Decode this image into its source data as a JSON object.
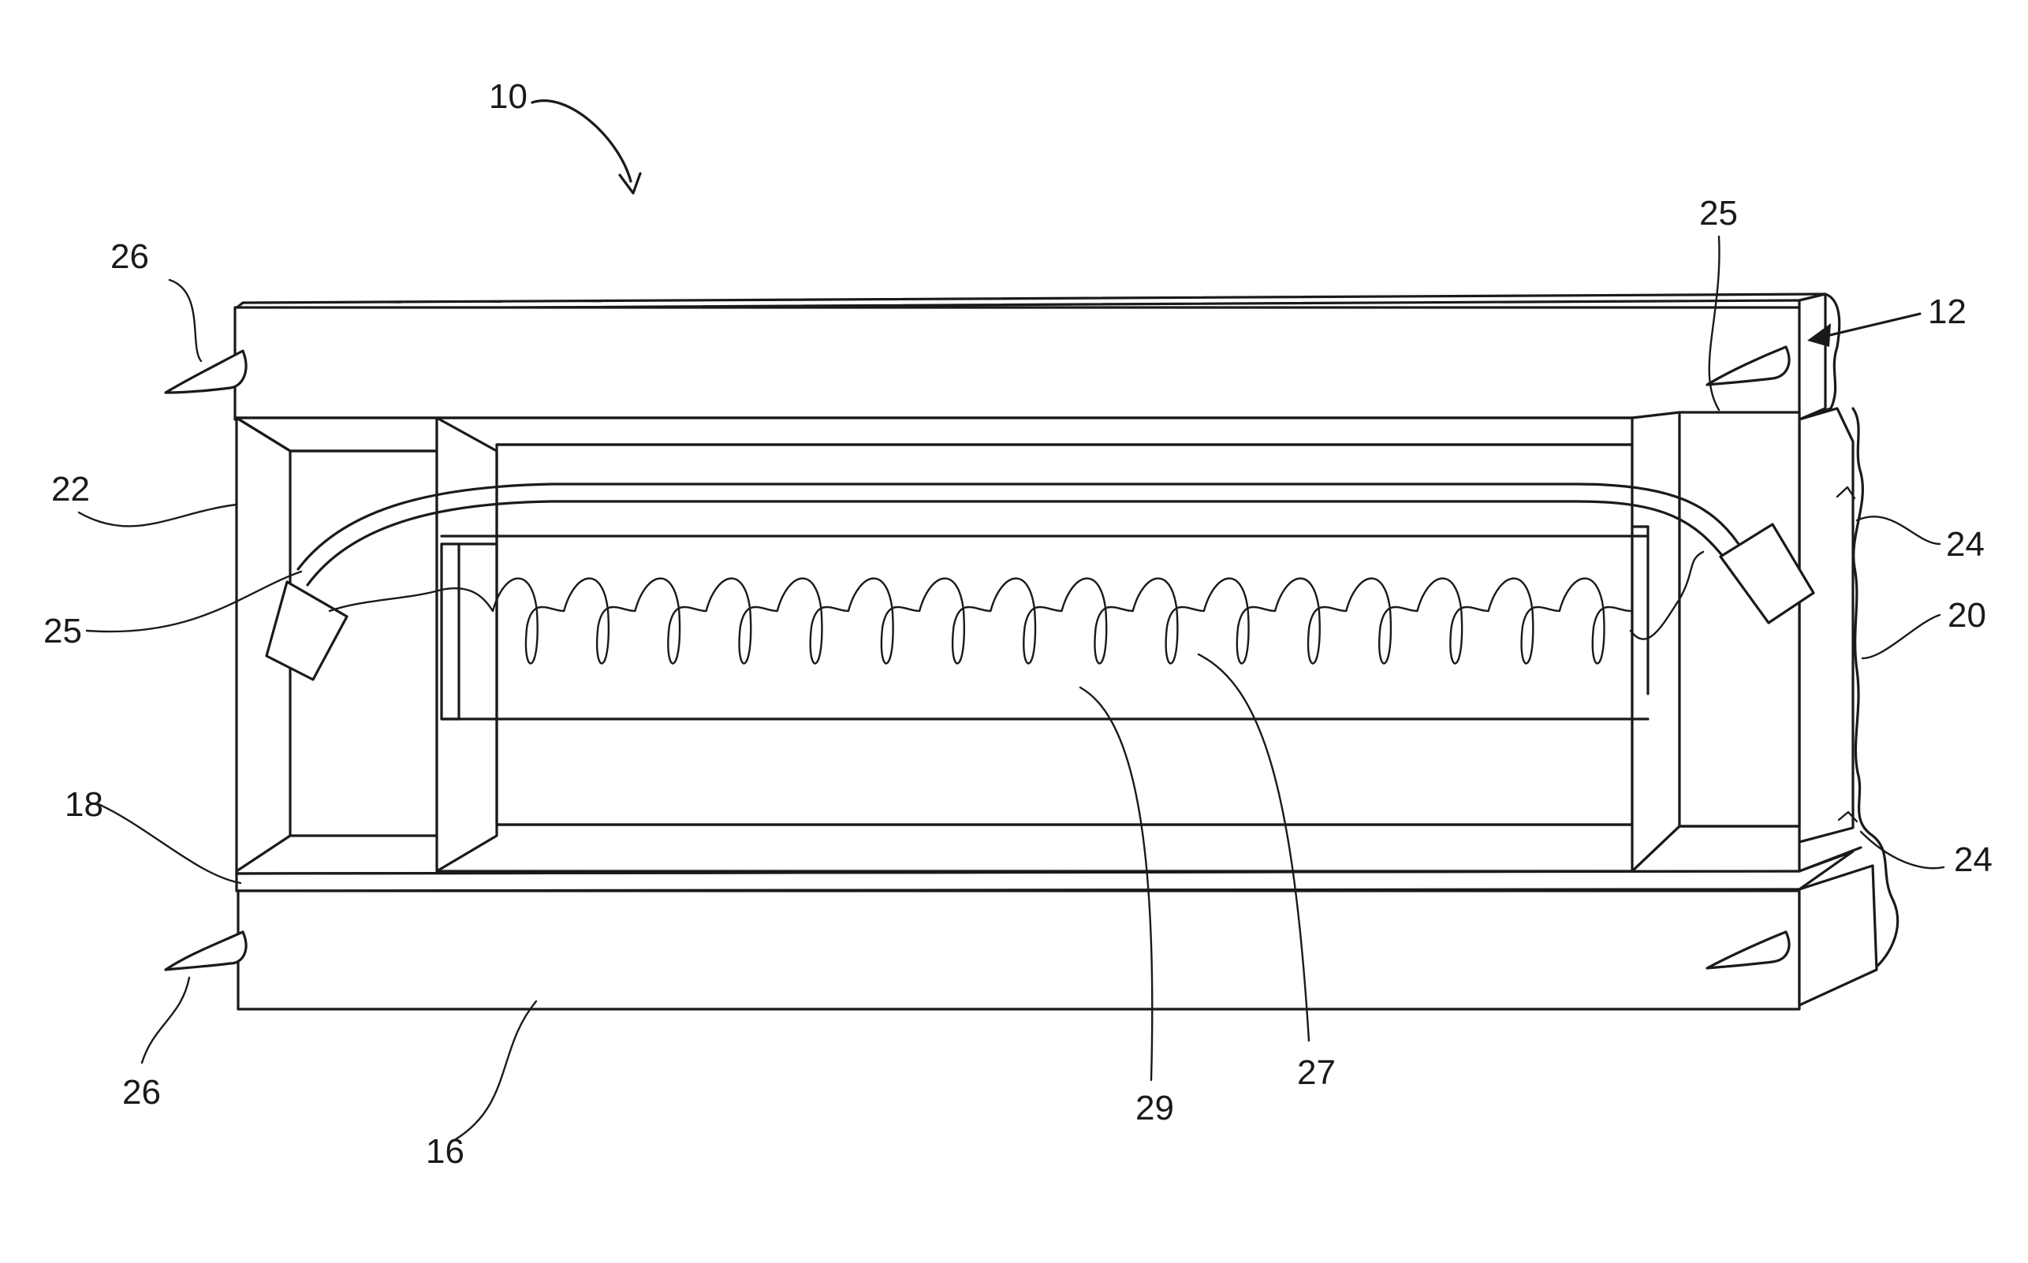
{
  "figure": {
    "reference_numerals": {
      "device": "10",
      "housing": "12",
      "bottom_wall": "16",
      "base_layer": "18",
      "torn_edge": "20",
      "end_block": "22",
      "arrow_markers": [
        "24",
        "24"
      ],
      "connectors": [
        "25",
        "25"
      ],
      "spikes_top": "26",
      "spikes_bottom": "26",
      "coil": "27",
      "chamber": "29"
    }
  }
}
